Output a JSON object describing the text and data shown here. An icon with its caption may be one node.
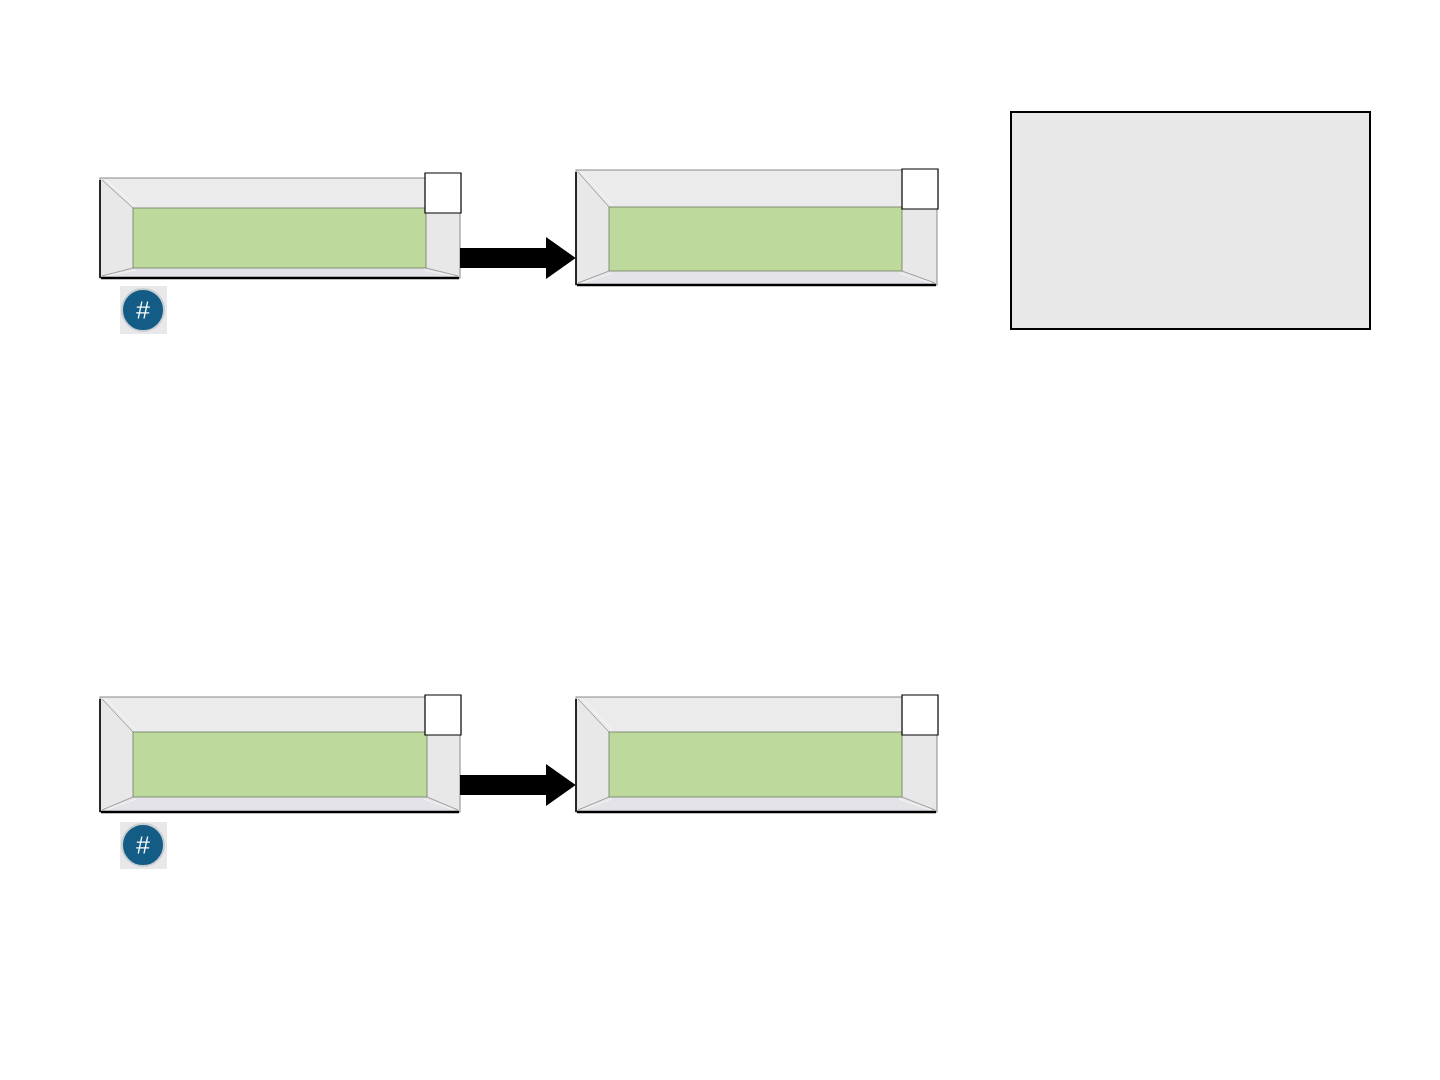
{
  "diagram": {
    "nodes": [
      {
        "text": [],
        "shape": "picture"
      },
      {
        "text": [],
        "shape": "picture"
      },
      {
        "text": [
          "#"
        ]
      },
      {
        "text": [],
        "shape": "picture"
      },
      {
        "text": [],
        "shape": "picture"
      },
      {
        "text": [
          "#"
        ]
      }
    ],
    "edges": [
      {
        "from": 0,
        "to": 1,
        "arrow": "to"
      },
      {
        "from": 3,
        "to": 4,
        "arrow": "to"
      }
    ]
  }
}
